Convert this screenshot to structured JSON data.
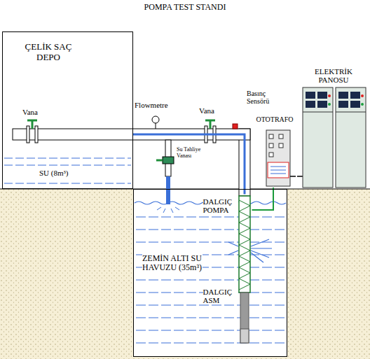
{
  "diagram": {
    "title": "POMPA TEST STANDI",
    "nodes": [
      {
        "text": [
          "ÇELİK SAÇ DEPO",
          "SU (8m³)"
        ]
      },
      {
        "text": [
          "ZEMİN ALTI SU HAVUZU (35m³)"
        ]
      },
      {
        "text": [
          "DALGIÇ POMPA"
        ],
        "in": 1
      },
      {
        "text": [
          "DALGIÇ ASM"
        ],
        "in": 1
      },
      {
        "text": [
          "OTOTRAFO"
        ]
      },
      {
        "text": [
          "ELEKTRİK PANOSU"
        ]
      }
    ],
    "edges": [
      {
        "from": 2,
        "to": 0,
        "arrow": "none"
      },
      {
        "from": 4,
        "to": 5,
        "arrow": "none"
      },
      {
        "from": 4,
        "to": 2,
        "arrow": "none"
      }
    ],
    "labels": [
      "Vana",
      "Flowmetre",
      "Vana",
      "Basınç Sensörü",
      "Su Tahliye Vanası"
    ]
  }
}
